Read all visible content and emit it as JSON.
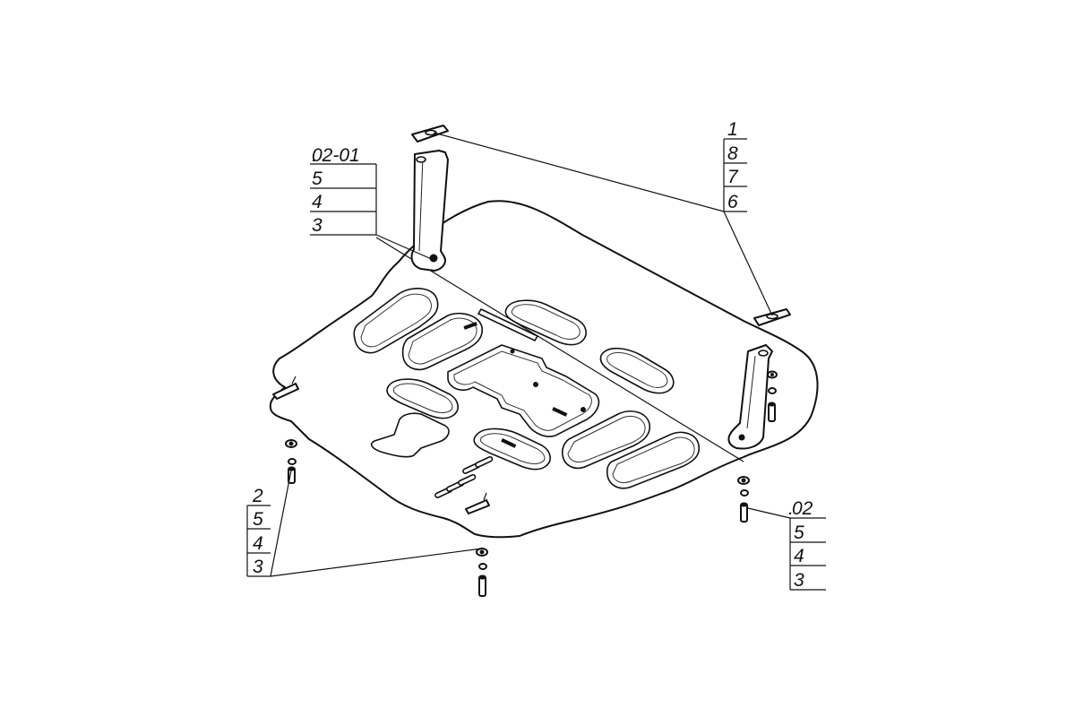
{
  "callouts": {
    "top_left": [
      "02-01",
      "5",
      "4",
      "3"
    ],
    "top_right": [
      "1",
      "8",
      "7",
      "6"
    ],
    "bottom_left": [
      "2",
      "5",
      "4",
      "3"
    ],
    "bottom_right": [
      "02",
      "5",
      "4",
      "3"
    ]
  },
  "colors": {
    "line": "#111111",
    "background": "#ffffff"
  }
}
